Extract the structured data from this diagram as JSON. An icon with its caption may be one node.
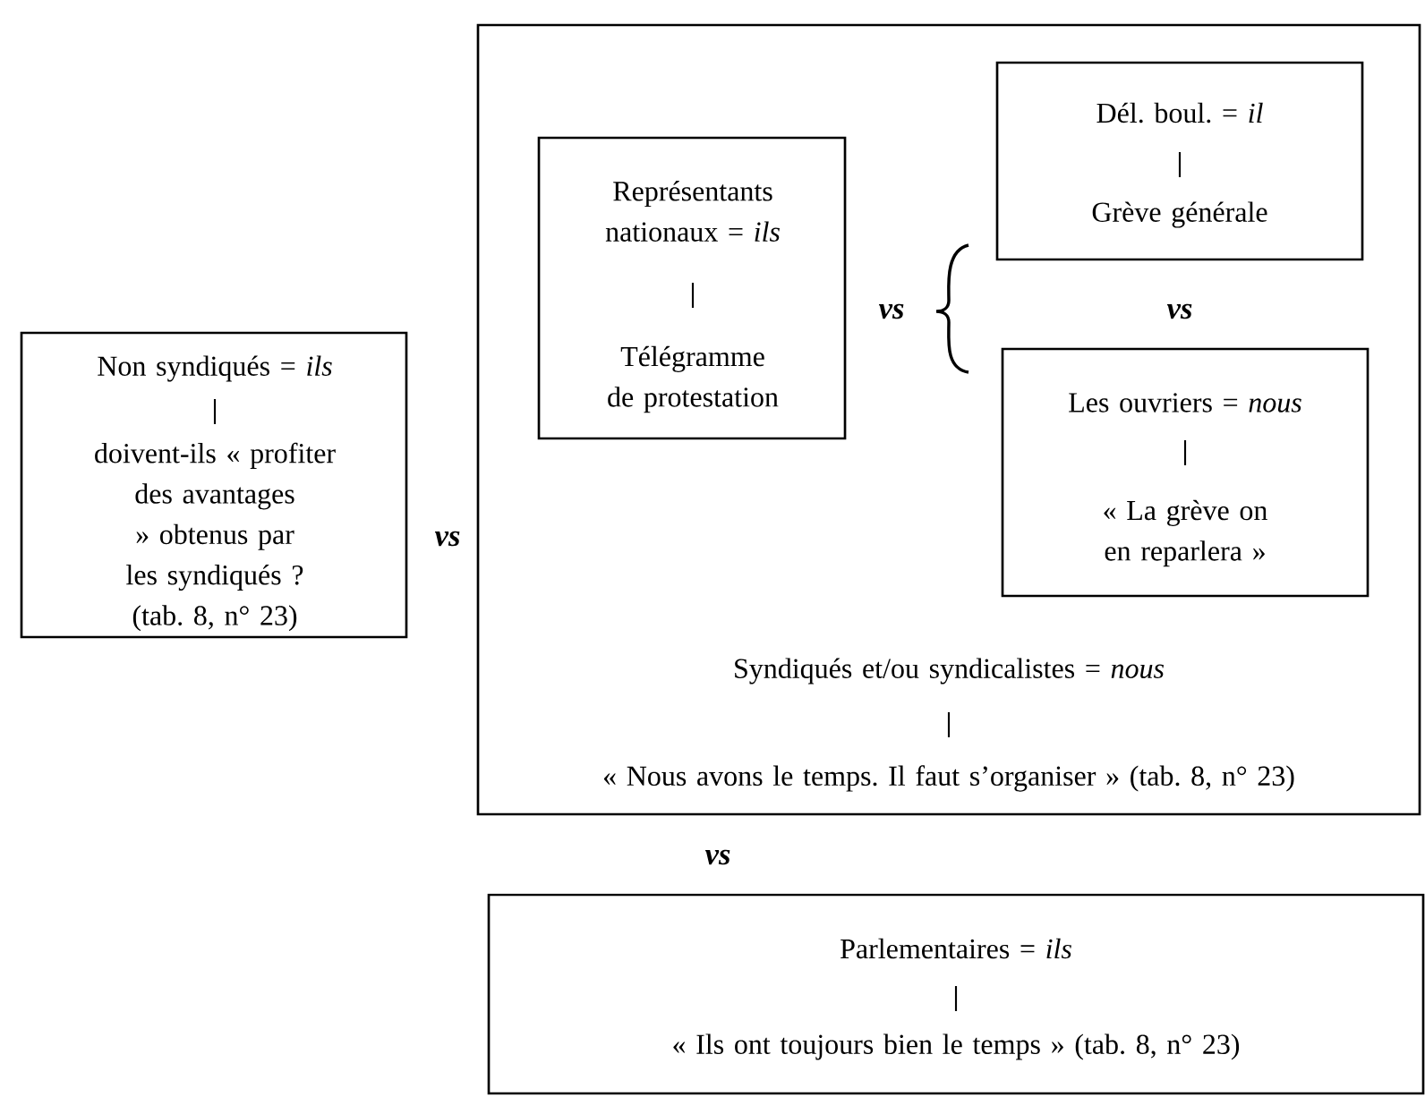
{
  "diagram": {
    "nodes": [
      {
        "text": [
          "Non syndiqués = *ils*",
          "doivent-ils « profiter des avantages » obtenus par les syndiqués ? (tab. 8, n° 23)"
        ]
      },
      {
        "text": [
          "Syndiqués et/ou syndicalistes = *nous*",
          "« Nous avons le temps. Il faut s’organiser » (tab. 8, n° 23)"
        ]
      },
      {
        "text": [
          "Représentants nationaux = *ils*",
          "Télégramme de protestation"
        ],
        "in": 1
      },
      {
        "text": [
          "Dél. boul. = *il*",
          "Grève générale"
        ],
        "in": 1
      },
      {
        "text": [
          "Les ouvriers = *nous*",
          "« La grève on en reparlera »"
        ],
        "in": 1
      },
      {
        "text": [
          "Parlementaires = *ils*",
          "« Ils ont toujours bien le temps » (tab. 8, n° 23)"
        ]
      }
    ],
    "labels": [
      "vs",
      "vs",
      "vs",
      "vs"
    ]
  }
}
